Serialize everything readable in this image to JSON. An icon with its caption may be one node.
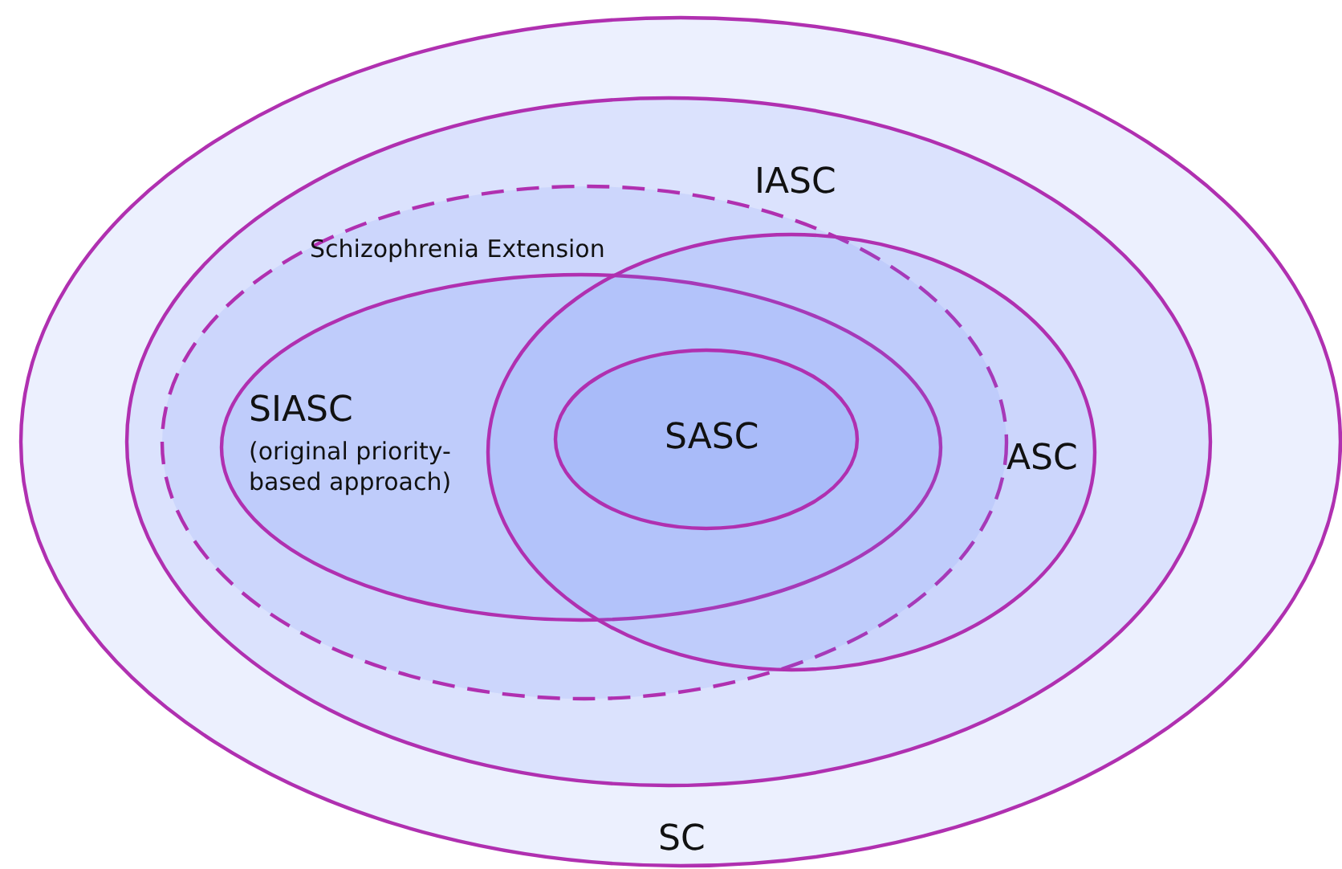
{
  "diagram": {
    "nodes": [
      {
        "text": [
          "SC"
        ]
      },
      {
        "text": [
          "IASC"
        ],
        "in": 0
      },
      {
        "text": [
          "Schizophrenia Extension"
        ],
        "in": 1
      },
      {
        "text": [
          "ASC"
        ],
        "in": 1
      },
      {
        "text": [
          "SIASC",
          "(original priority-based approach)"
        ],
        "in": 2
      },
      {
        "text": [
          "SASC"
        ]
      }
    ]
  }
}
